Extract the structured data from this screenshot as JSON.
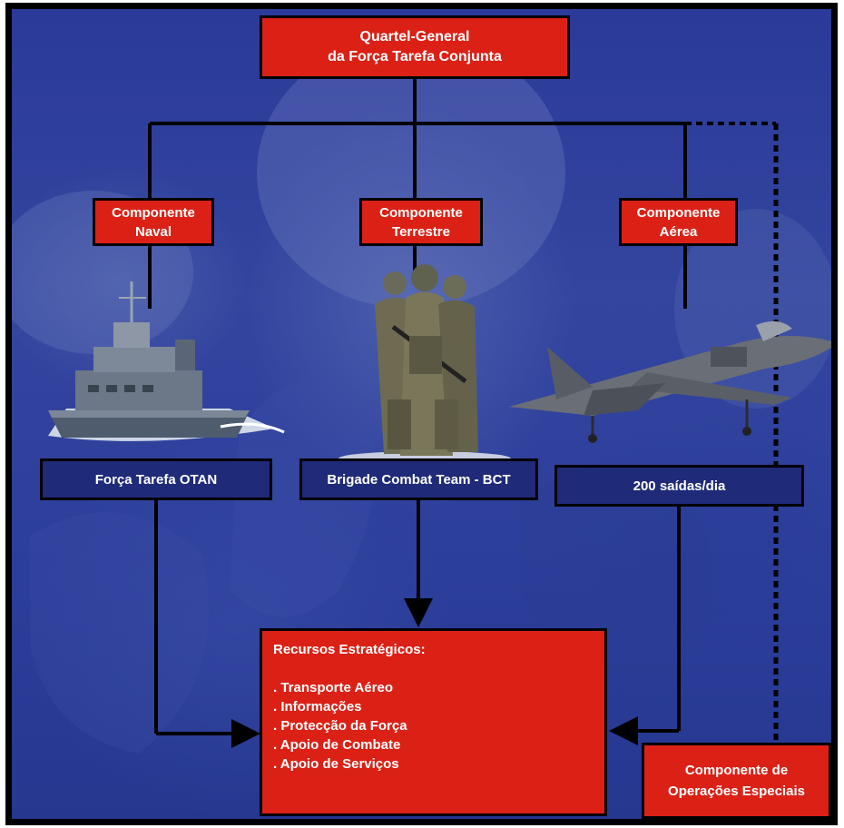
{
  "headquarters": {
    "line1": "Quartel-General",
    "line2": "da Força Tarefa Conjunta"
  },
  "components": [
    {
      "line1": "Componente",
      "line2": "Naval"
    },
    {
      "line1": "Componente",
      "line2": "Terrestre"
    },
    {
      "line1": "Componente",
      "line2": "Aérea"
    }
  ],
  "component_assets": [
    {
      "label": "Força Tarefa OTAN"
    },
    {
      "label": "Brigade Combat Team - BCT"
    },
    {
      "label": "200 saídas/dia"
    }
  ],
  "strategic_resources": {
    "title": "Recursos Estratégicos:",
    "items": [
      ". Transporte Aéreo",
      ". Informações",
      ". Protecção da Força",
      ". Apoio de Combate",
      ". Apoio de Serviços"
    ]
  },
  "special_operations": {
    "line1": "Componente de",
    "line2": "Operações Especiais"
  },
  "pictures": [
    {
      "name": "frigate-photo",
      "depicts": "warship"
    },
    {
      "name": "soldiers-photo",
      "depicts": "soldiers"
    },
    {
      "name": "jet-photo",
      "depicts": "fighter jet"
    }
  ],
  "colors": {
    "red_box": "#db2116",
    "dark_blue_box": "#1f2a78",
    "background_blue": "#2f419c",
    "lines": "#000000"
  }
}
